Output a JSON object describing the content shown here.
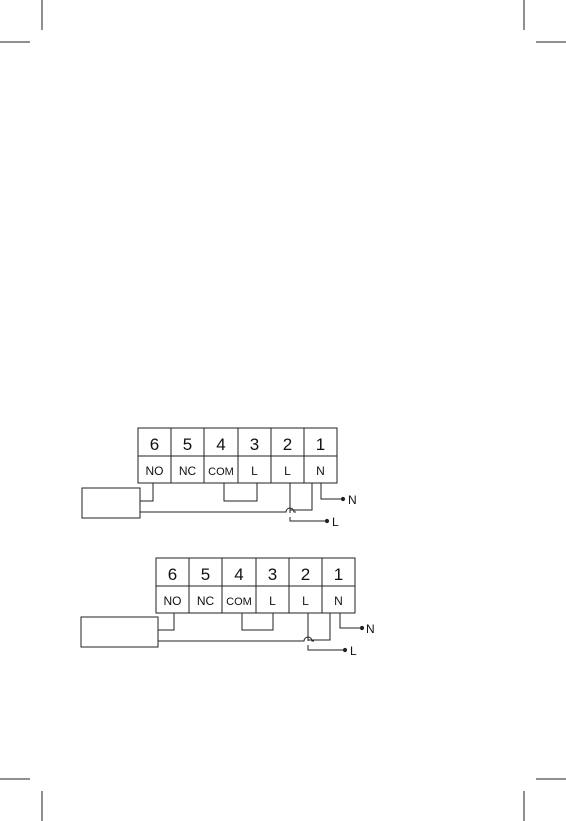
{
  "diagrams": [
    {
      "id": "wiring-1",
      "terminals": [
        {
          "number": "6",
          "label": "NO"
        },
        {
          "number": "5",
          "label": "NC"
        },
        {
          "number": "4",
          "label": "COM"
        },
        {
          "number": "3",
          "label": "L"
        },
        {
          "number": "2",
          "label": "L"
        },
        {
          "number": "1",
          "label": "N"
        }
      ],
      "supply": {
        "neutral": "N",
        "live": "L"
      }
    },
    {
      "id": "wiring-2",
      "terminals": [
        {
          "number": "6",
          "label": "NO"
        },
        {
          "number": "5",
          "label": "NC"
        },
        {
          "number": "4",
          "label": "COM"
        },
        {
          "number": "3",
          "label": "L"
        },
        {
          "number": "2",
          "label": "L"
        },
        {
          "number": "1",
          "label": "N"
        }
      ],
      "supply": {
        "neutral": "N",
        "live": "L"
      }
    }
  ],
  "colors": {
    "line": "#222222",
    "wire": "#555555"
  }
}
